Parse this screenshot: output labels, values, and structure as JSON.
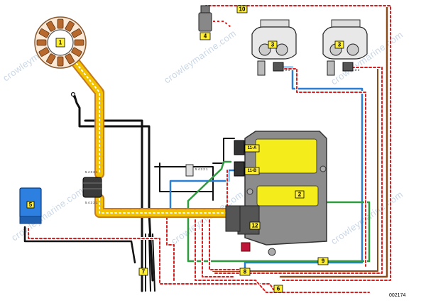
{
  "watermark": "crowleymarine.com",
  "figure_code": "002174",
  "components": {
    "stator": "1",
    "power_pack": "2",
    "ignition_coil_a": "3",
    "ignition_coil_b": "3",
    "rectifier": "4",
    "module": "5",
    "connector_7": "7",
    "connector_8": "8",
    "connector_9": "9",
    "connector_10": "10",
    "harness_12": "12",
    "port_11a": "11-A",
    "port_11b": "11-B"
  },
  "pin_labels": {
    "stator_top": "5 4 3 2 1",
    "stator_bottom": "5 4 3 2 1",
    "side_connector": "5 4 3 2 1",
    "coil_a_pins": "2 1",
    "coil_b_pins": "2 1"
  },
  "colors": {
    "yellow_wire": "#f2c200",
    "orange_wire": "#c87a1e",
    "black_wire": "#111111",
    "blue_wire": "#2a7fd4",
    "green_wire": "#2e9b3f",
    "brown_wire": "#8a4a1a",
    "dashed_red": "#d81e1e",
    "label_yellow": "#ffee33",
    "pack_gray": "#8c8c8c",
    "module_blue": "#2d7fe0"
  }
}
